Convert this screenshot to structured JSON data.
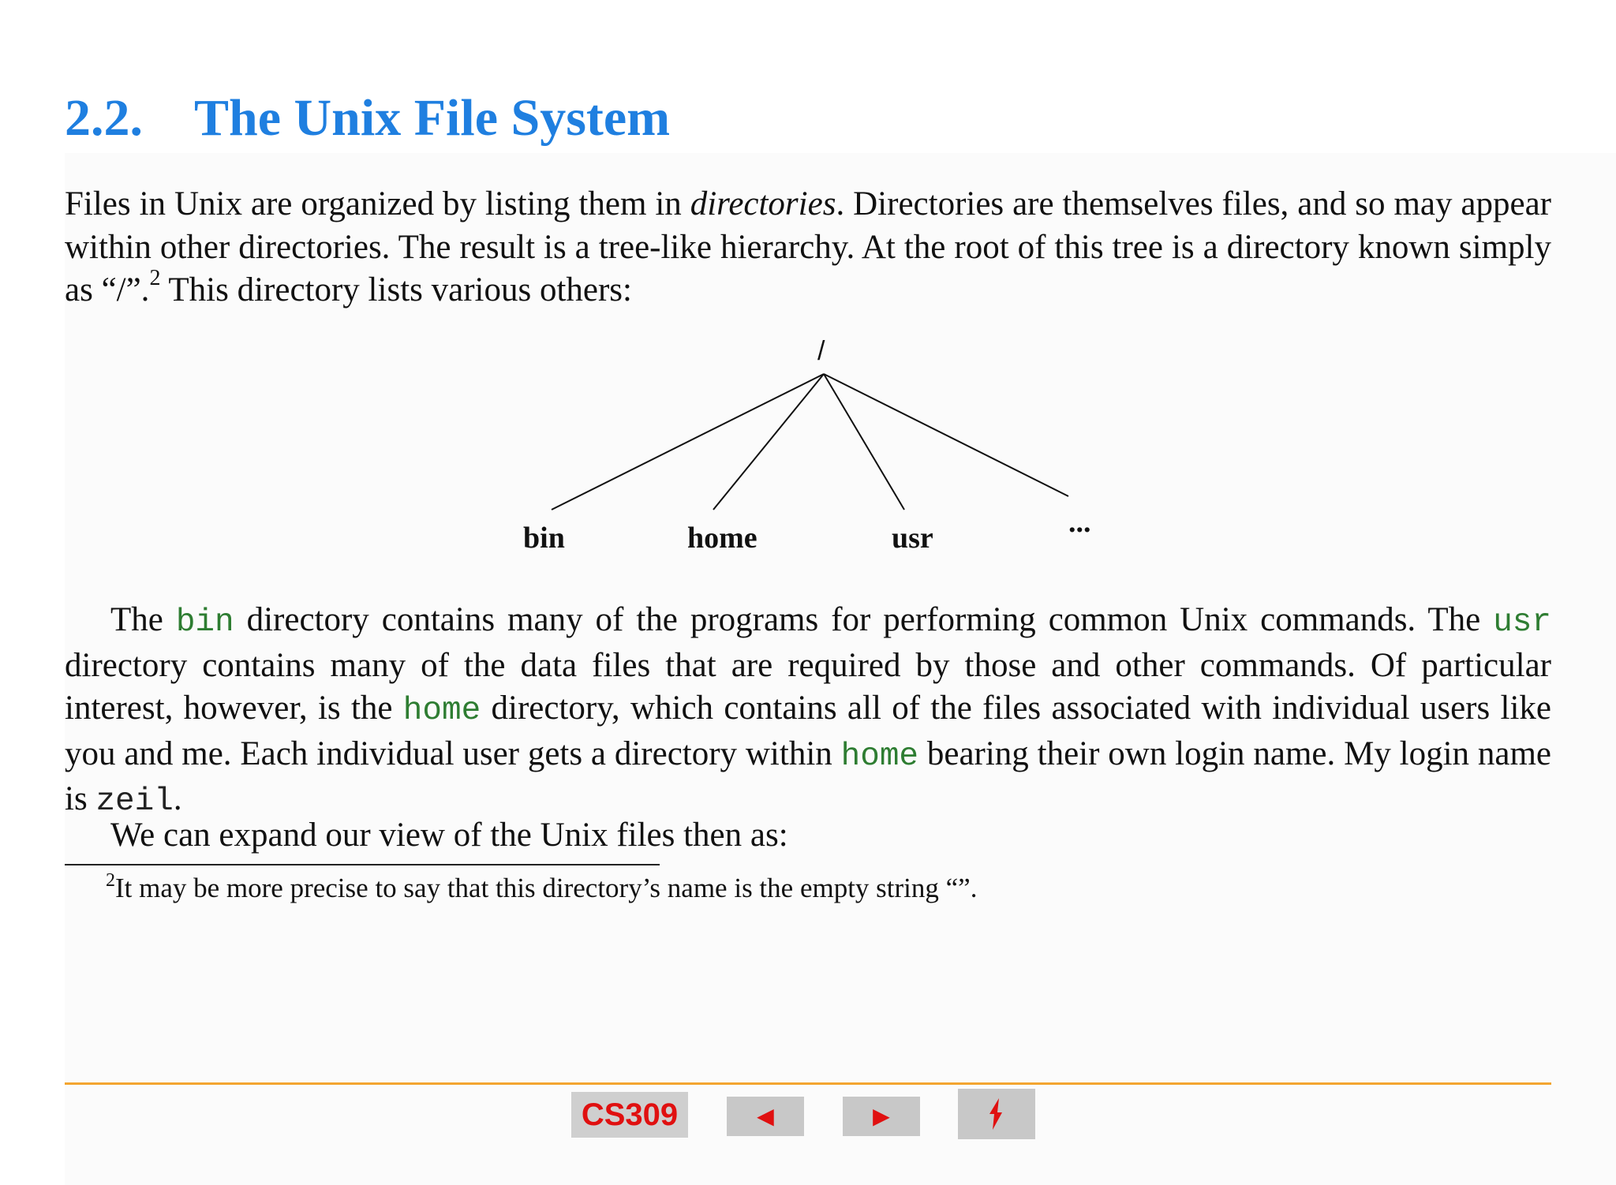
{
  "section": {
    "number": "2.2.",
    "title": "The Unix File System"
  },
  "paragraph1": {
    "part1": "Files in Unix are organized by listing them in ",
    "emph": "directories",
    "part2": ". Directories are themselves files, and so may appear within other directories. The result is a tree-like hierarchy. At the root of this tree is a directory known simply as “/”.",
    "footnote_ref": "2",
    "part3": " This directory lists various others:"
  },
  "tree": {
    "root": "/",
    "children": [
      "bin",
      "home",
      "usr",
      "..."
    ]
  },
  "paragraph2": {
    "t1": "The ",
    "c1": "bin",
    "t2": " directory contains many of the programs for performing common Unix commands. The ",
    "c2": "usr",
    "t3": " directory contains many of the data files that are required by those and other commands. Of particular interest, however, is the ",
    "c3": "home",
    "t4": " directory, which contains all of the files associated with individual users like you and me. Each individual user gets a directory within ",
    "c4": "home",
    "t5": " bearing their own login name. My login name is ",
    "c5": "zeil",
    "t6": "."
  },
  "paragraph3": "We can expand our view of the Unix files then as:",
  "footnote": {
    "number": "2",
    "text": "It may be more precise to say that this directory’s name is the empty string “”."
  },
  "nav": {
    "course_label": "CS309",
    "prev_icon": "◄",
    "next_icon": "►",
    "up_icon": "⬆"
  },
  "colors": {
    "title": "#1f7fe0",
    "code": "#2e7d32",
    "rule": "#f3a530",
    "nav_text": "#e01010"
  }
}
